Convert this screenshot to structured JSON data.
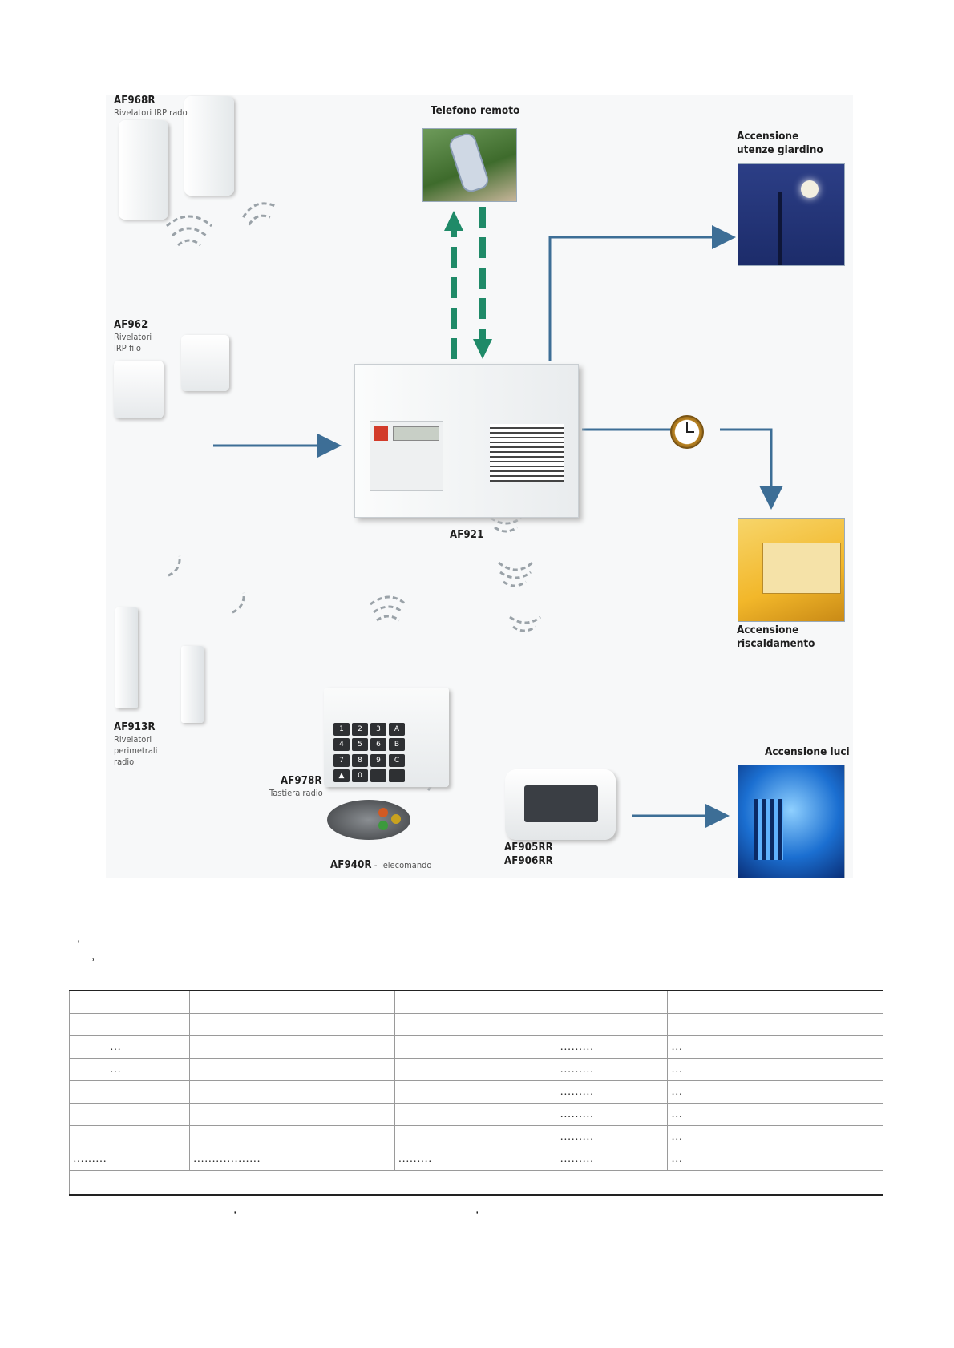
{
  "diagram": {
    "devices": {
      "af968r": {
        "code": "AF968R",
        "desc": "Rivelatori IRP rado"
      },
      "af962": {
        "code": "AF962",
        "desc_lines": [
          "Rivelatori",
          "IRP filo"
        ]
      },
      "af921": {
        "code": "AF921"
      },
      "af913r": {
        "code": "AF913R",
        "desc_lines": [
          "Rivelatori",
          "perimetrali",
          "radio"
        ]
      },
      "af978r": {
        "code": "AF978R",
        "desc": "Tastiera radio"
      },
      "af940r": {
        "code": "AF940R",
        "sep": " - ",
        "desc": "Telecomando"
      },
      "af905": {
        "codes": [
          "AF905RR",
          "AF906RR"
        ]
      }
    },
    "remote_phone": {
      "label": "Telefono remoto"
    },
    "garden": {
      "label_lines": [
        "Accensione",
        "utenze giardino"
      ]
    },
    "heating": {
      "label_lines": [
        "Accensione",
        "riscaldamento"
      ]
    },
    "lights": {
      "label": "Accensione luci"
    },
    "keypad_keys": [
      "1",
      "2",
      "3",
      "A",
      "4",
      "5",
      "6",
      "B",
      "7",
      "8",
      "9",
      "C",
      "▲",
      "0",
      "",
      ""
    ],
    "colors": {
      "arrow_blue": "#3d6e96",
      "arrow_green": "#1f8a68",
      "night_blue": "#1c2c6a",
      "heating_yellow": "#f2b72a",
      "lights_blue": "#1b6fd1"
    }
  },
  "notes": {
    "line1": ",",
    "line2": ","
  },
  "table": {
    "rows": [
      [
        "",
        "",
        "",
        "",
        ""
      ],
      [
        "",
        "",
        "",
        "",
        ""
      ],
      [
        "…",
        "",
        "",
        "………",
        "…"
      ],
      [
        "…",
        "",
        "",
        "………",
        "…"
      ],
      [
        "",
        "",
        "",
        "………",
        "…"
      ],
      [
        "",
        "",
        "",
        "………",
        "…"
      ],
      [
        "",
        "",
        "",
        "………",
        "…"
      ],
      [
        "………",
        "………………",
        "………",
        "………",
        "…"
      ]
    ],
    "footer": ""
  },
  "footnote": {
    "comma1": ",",
    "comma2": ","
  }
}
